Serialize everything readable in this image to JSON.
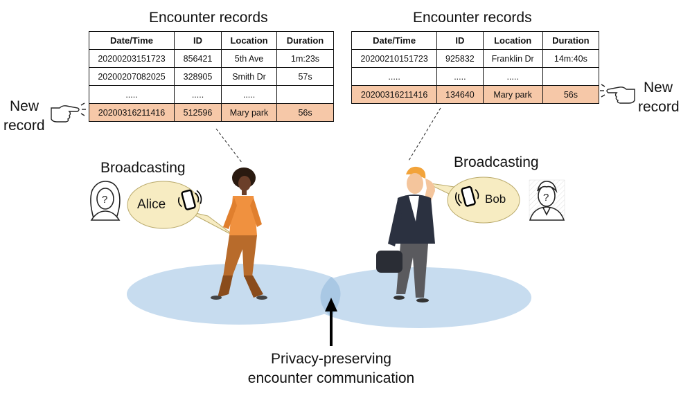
{
  "left_table": {
    "title": "Encounter records",
    "headers": [
      "Date/Time",
      "ID",
      "Location",
      "Duration"
    ],
    "rows": [
      [
        "20200203151723",
        "856421",
        "5th Ave",
        "1m:23s"
      ],
      [
        "20200207082025",
        "328905",
        "Smith Dr",
        "57s"
      ],
      [
        ".....",
        ".....",
        ".....",
        ""
      ],
      [
        "20200316211416",
        "512596",
        "Mary park",
        "56s"
      ]
    ],
    "new_row_index": 3
  },
  "right_table": {
    "title": "Encounter records",
    "headers": [
      "Date/Time",
      "ID",
      "Location",
      "Duration"
    ],
    "rows": [
      [
        "20200210151723",
        "925832",
        "Franklin Dr",
        "14m:40s"
      ],
      [
        ".....",
        ".....",
        ".....",
        ""
      ],
      [
        "20200316211416",
        "134640",
        "Mary park",
        "56s"
      ]
    ],
    "new_row_index": 2
  },
  "left_new_record": {
    "line1": "New",
    "line2": "record"
  },
  "right_new_record": {
    "line1": "New",
    "line2": "record"
  },
  "left_broadcasting": "Broadcasting",
  "right_broadcasting": "Broadcasting",
  "alice_name": "Alice",
  "bob_name": "Bob",
  "bottom_caption": {
    "line1": "Privacy-preserving",
    "line2": "encounter communication"
  },
  "colors": {
    "new_row": "#f6c8a8",
    "bubble": "#f7ecc2",
    "zone": "#c7dcef",
    "zone_overlap": "#a9c8e4",
    "alice_shirt": "#f0913f",
    "alice_pants": "#b86b2b",
    "bob_jacket": "#2b3140",
    "bob_hair": "#f2a33a"
  }
}
